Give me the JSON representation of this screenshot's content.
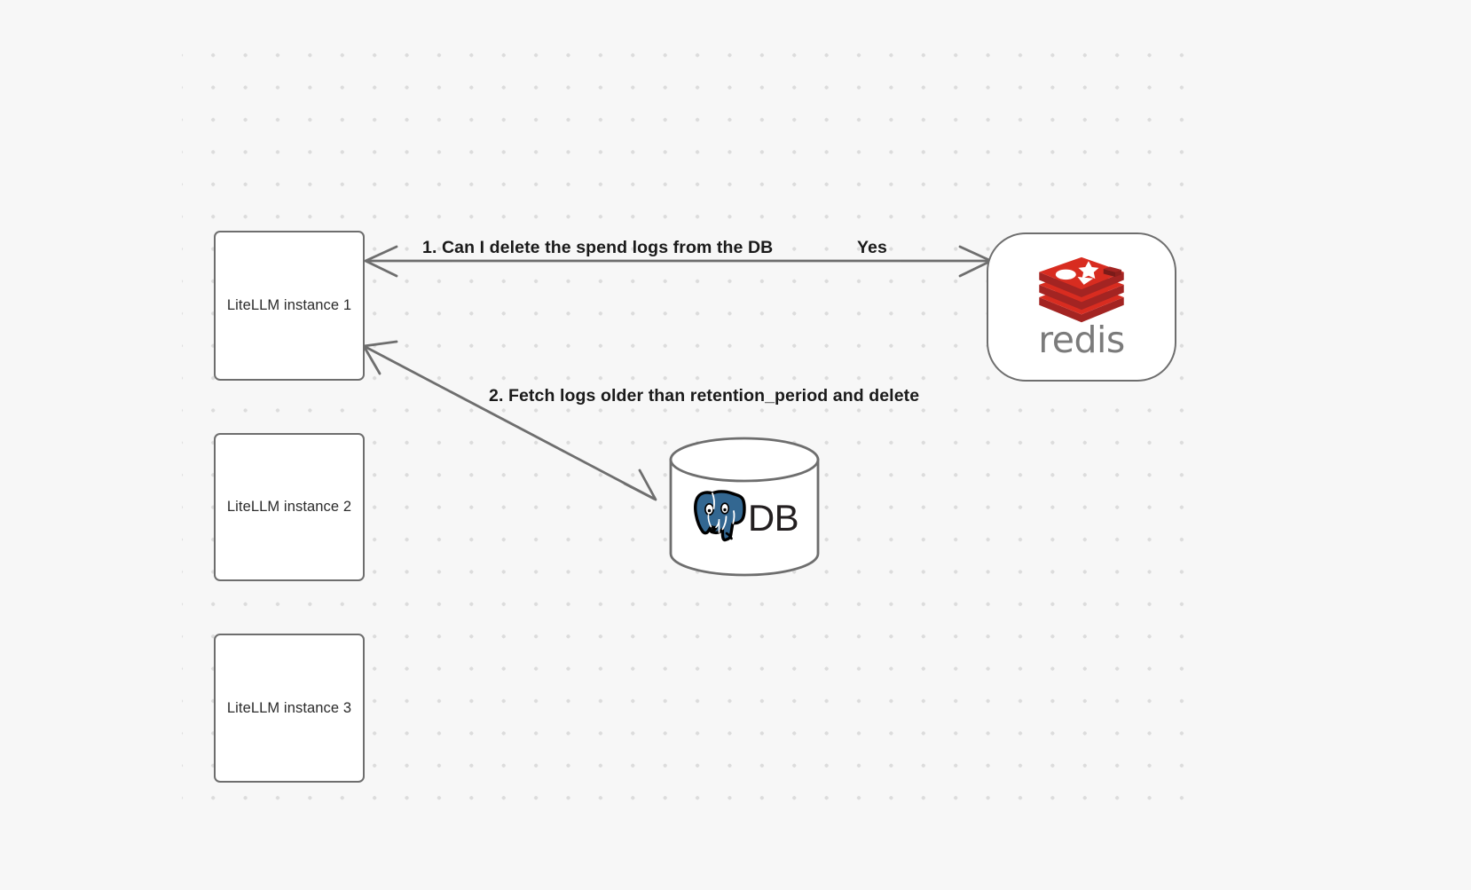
{
  "diagram": {
    "background_color": "#f7f7f7",
    "grid": "dot-grid",
    "nodes": {
      "litellm_1": {
        "label": "LiteLLM instance 1"
      },
      "litellm_2": {
        "label": "LiteLLM instance 2"
      },
      "litellm_3": {
        "label": "LiteLLM instance 3"
      },
      "redis": {
        "wordmark": "redis",
        "logo_color": "#c6302b",
        "wordmark_color": "#7b7b7b"
      },
      "database": {
        "label": "DB",
        "logo": "postgresql-elephant-icon",
        "logo_color": "#336791"
      }
    },
    "edges": [
      {
        "id": "edge-redis-query",
        "label": "1.  Can I delete the spend logs from the DB",
        "from": "litellm_1",
        "to": "redis",
        "direction": "bidirectional"
      },
      {
        "id": "edge-redis-response",
        "label": "Yes",
        "from": "redis",
        "to": "litellm_1",
        "direction": "reverse"
      },
      {
        "id": "edge-db-delete",
        "label": "2.  Fetch logs older than retention_period and delete",
        "from": "litellm_1",
        "to": "database",
        "direction": "bidirectional"
      }
    ],
    "stroke_color": "#6e6e6e",
    "text_color": "#1a1a1a"
  }
}
